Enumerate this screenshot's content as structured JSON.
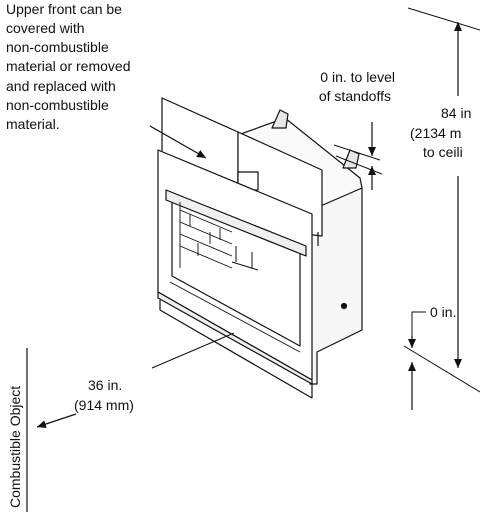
{
  "labels": {
    "upper_front_note": [
      "Upper front can be",
      "covered with",
      "non-combustible",
      "material or removed",
      "and replaced with",
      "non-combustible",
      "material."
    ],
    "standoff_note": [
      "0 in. to level",
      "of standoffs"
    ],
    "ceiling_dimension": [
      "84 in",
      "(2134 m",
      "to ceili"
    ],
    "side_clearance": "0 in.",
    "front_clearance": [
      "36 in.",
      "(914 mm)"
    ],
    "combustible_object": "Combustible Object"
  }
}
